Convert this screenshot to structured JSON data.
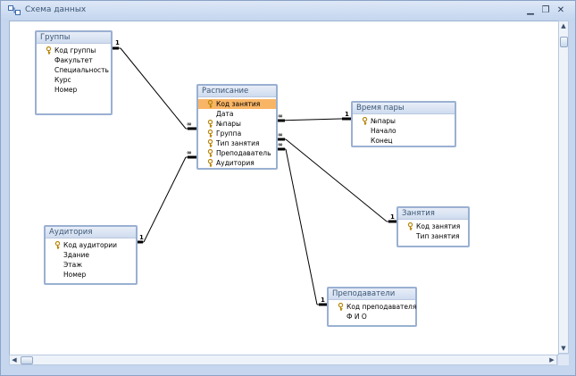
{
  "window": {
    "title": "Схема данных",
    "icon": "relationships-icon",
    "buttons": [
      {
        "name": "minimize",
        "glyph": "▁"
      },
      {
        "name": "restore",
        "glyph": "❐"
      },
      {
        "name": "close",
        "glyph": "✕"
      }
    ]
  },
  "tables": {
    "gruppy": {
      "title": "Группы",
      "fields": [
        {
          "label": "Код группы",
          "key": true
        },
        {
          "label": "Факультет",
          "key": false
        },
        {
          "label": "Специальность",
          "key": false
        },
        {
          "label": "Курс",
          "key": false
        },
        {
          "label": "Номер",
          "key": false
        }
      ]
    },
    "raspisanie": {
      "title": "Расписание",
      "fields": [
        {
          "label": "Код занятия",
          "key": true,
          "selected": true
        },
        {
          "label": "Дата",
          "key": false
        },
        {
          "label": "№пары",
          "key": true
        },
        {
          "label": "Группа",
          "key": true
        },
        {
          "label": "Тип занятия",
          "key": true
        },
        {
          "label": "Преподаватель",
          "key": true
        },
        {
          "label": "Аудитория",
          "key": true
        }
      ]
    },
    "vremya": {
      "title": "Время пары",
      "fields": [
        {
          "label": "№пары",
          "key": true
        },
        {
          "label": "Начало",
          "key": false
        },
        {
          "label": "Конец",
          "key": false
        }
      ]
    },
    "auditoriya": {
      "title": "Аудитория",
      "fields": [
        {
          "label": "Код аудитории",
          "key": true
        },
        {
          "label": "Здание",
          "key": false
        },
        {
          "label": "Этаж",
          "key": false
        },
        {
          "label": "Номер",
          "key": false
        }
      ]
    },
    "zanyatiya": {
      "title": "Занятия",
      "fields": [
        {
          "label": "Код занятия",
          "key": true
        },
        {
          "label": "Тип занятия",
          "key": false
        }
      ]
    },
    "prepodavateli": {
      "title": "Преподаватели",
      "fields": [
        {
          "label": "Код преподавателя",
          "key": true
        },
        {
          "label": "Ф И О",
          "key": false
        }
      ]
    }
  },
  "relations": {
    "one_label": "1",
    "many_label": "∞"
  },
  "colors": {
    "selected_field": "#f9b566",
    "table_border": "#9ab0d2",
    "window_frame": "#c5d6ee",
    "title_text": "#3b5675"
  }
}
